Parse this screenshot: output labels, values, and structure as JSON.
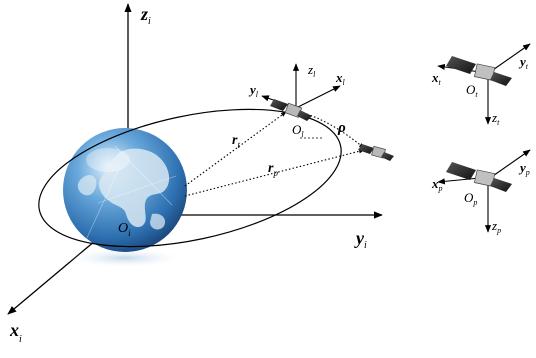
{
  "inertial_frame": {
    "origin": {
      "main": "O",
      "sub": "i"
    },
    "axis_z": {
      "main": "z",
      "sub": "i"
    },
    "axis_y": {
      "main": "y",
      "sub": "i"
    },
    "axis_x": {
      "main": "x",
      "sub": "i"
    }
  },
  "leader": {
    "origin": {
      "main": "O",
      "sub": "l"
    },
    "axis_z": {
      "main": "z",
      "sub": "l"
    },
    "axis_x": {
      "main": "x",
      "sub": "l"
    },
    "axis_y": {
      "main": "y",
      "sub": "l"
    },
    "position_vector": {
      "main": "r",
      "sub": "t"
    }
  },
  "follower": {
    "position_vector": {
      "main": "r",
      "sub": "p"
    },
    "relative_vector": {
      "main": "ρ"
    }
  },
  "target_frame": {
    "origin": {
      "main": "O",
      "sub": "t"
    },
    "axis_x": {
      "main": "x",
      "sub": "t"
    },
    "axis_y": {
      "main": "y",
      "sub": "t"
    },
    "axis_z": {
      "main": "z",
      "sub": "t"
    }
  },
  "pursuer_frame": {
    "origin": {
      "main": "O",
      "sub": "p"
    },
    "axis_x": {
      "main": "x",
      "sub": "p"
    },
    "axis_y": {
      "main": "y",
      "sub": "p"
    },
    "axis_z": {
      "main": "z",
      "sub": "p"
    }
  },
  "colors": {
    "ocean": "#3f86c4",
    "land": "#d8e8f2",
    "panel": "#2a2a2a",
    "body": "#b8b8b8"
  }
}
